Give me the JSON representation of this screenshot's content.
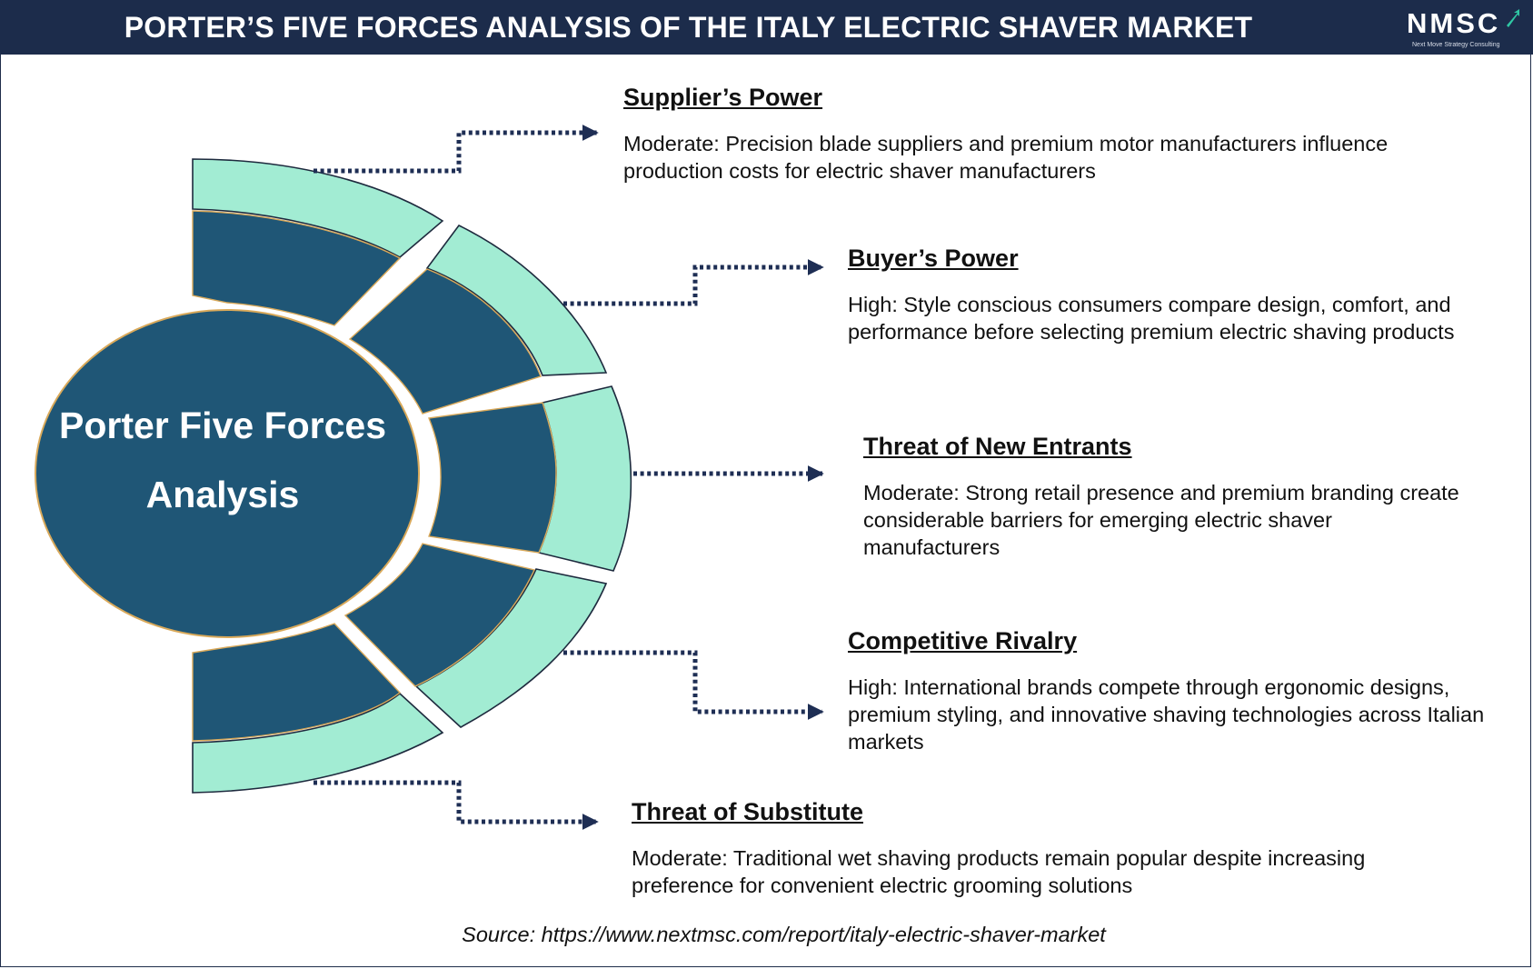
{
  "header": {
    "title": "PORTER’S FIVE FORCES ANALYSIS OF THE ITALY ELECTRIC SHAVER MARKET",
    "logo_text": "NMSC",
    "logo_subtitle": "Next Move Strategy Consulting"
  },
  "center": {
    "line1": "Porter Five Forces",
    "line2": "Analysis"
  },
  "forces": [
    {
      "title": "Supplier’s Power",
      "description": "Moderate: Precision blade suppliers and premium motor manufacturers influence production costs for electric shaver manufacturers"
    },
    {
      "title": "Buyer’s Power",
      "description": "High: Style conscious consumers compare design, comfort, and performance before selecting premium electric shaving products"
    },
    {
      "title": "Threat of New Entrants",
      "description": "Moderate: Strong retail presence and premium branding create considerable barriers for emerging electric shaver manufacturers"
    },
    {
      "title": "Competitive Rivalry",
      "description": "High: International brands compete through ergonomic designs, premium styling, and innovative shaving technologies across Italian markets"
    },
    {
      "title": "Threat of Substitute",
      "description": "Moderate: Traditional wet shaving products remain popular despite increasing preference for convenient electric grooming solutions"
    }
  ],
  "source": "Source: https://www.nextmsc.com/report/italy-electric-shaver-market",
  "colors": {
    "header_bg": "#1c2c4b",
    "dark_segment": "#1f5676",
    "light_segment": "#a2ecd3",
    "segment_outline": "#1e2a3e",
    "segment_edge": "#d9a95a",
    "connector": "#1e2e54"
  }
}
